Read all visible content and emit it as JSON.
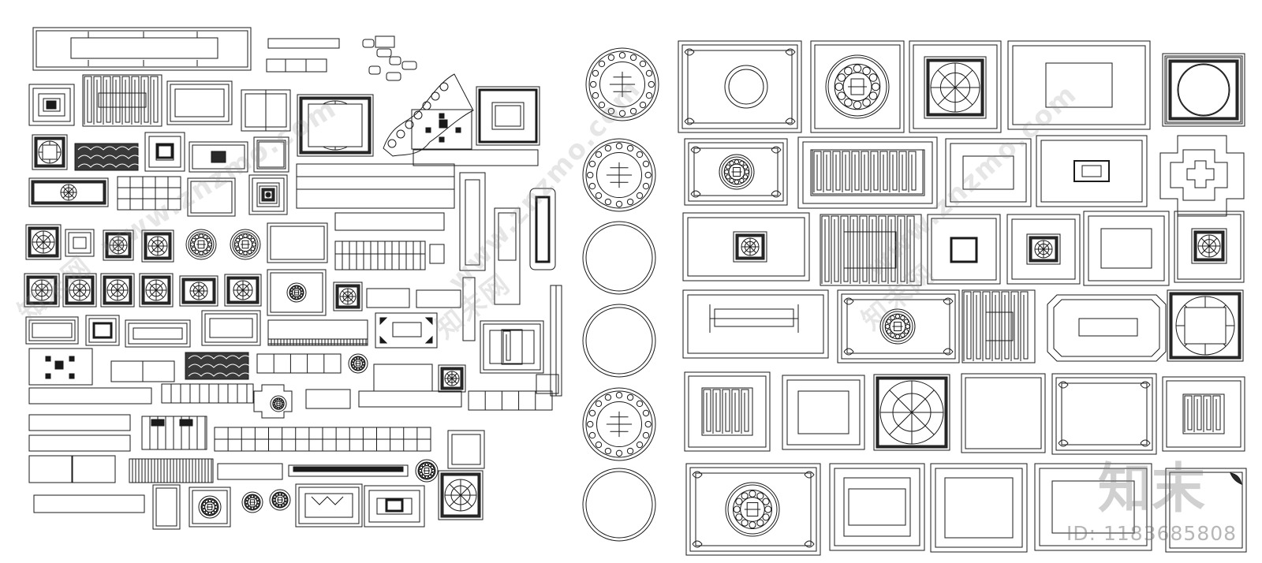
{
  "watermarks": {
    "site": "www.znzmo.com",
    "brand_cn": "知末",
    "brand_cn_short": "知末网"
  },
  "logo": {
    "text": "知末",
    "color": "#9a9a9a"
  },
  "id_label": "ID: 1183685808",
  "colors": {
    "line": "#1a1a1a",
    "background": "#ffffff",
    "watermark": "#8c8c8c"
  },
  "icons": [
    "ceiling-panel-icon",
    "rosette-medallion-icon",
    "fret-pattern-icon",
    "floral-carving-icon",
    "round-medallion-icon"
  ]
}
